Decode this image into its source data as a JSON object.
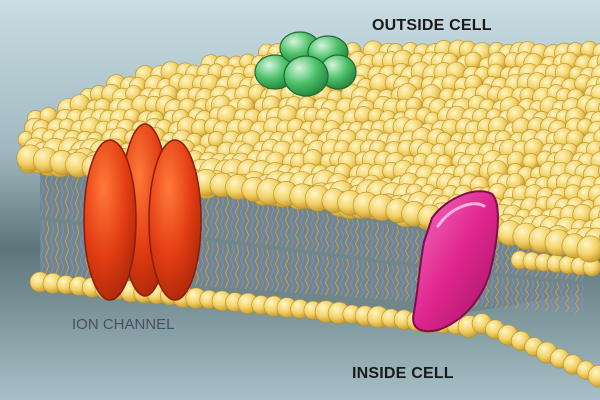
{
  "labels": {
    "outside_cell": "OUTSIDE CELL",
    "ion_channel": "ION CHANNEL",
    "inside_cell": "INSIDE CELL"
  },
  "colors": {
    "background_light": "#c9dde3",
    "background_dark": "#5b7579",
    "lipid_head": "#f3d36a",
    "lipid_head_highlight": "#fff6c4",
    "lipid_head_shadow": "#c79a2c",
    "lipid_tail_blue": "#7f8fd6",
    "lipid_tail_orange": "#d99a5a",
    "ion_channel": "#e23c12",
    "ion_channel_edge": "#8a1d05",
    "glycoprotein": "#2fa84f",
    "glycoprotein_light": "#a8e6b3",
    "membrane_protein": "#e0258f",
    "membrane_protein_edge": "#7a0f4c"
  }
}
